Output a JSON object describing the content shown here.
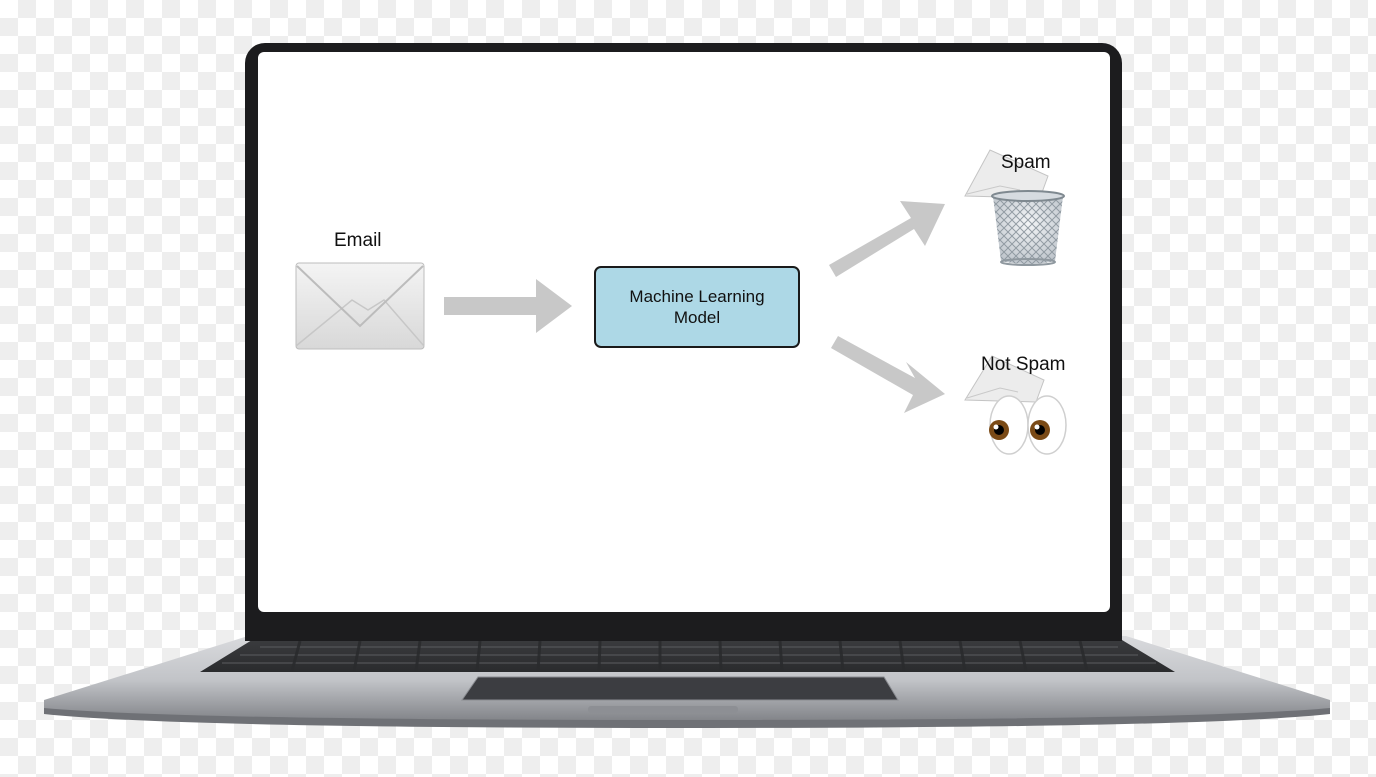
{
  "diagram": {
    "input_label": "Email",
    "model_label": "Machine Learning Model",
    "output_spam_label": "Spam",
    "output_not_spam_label": "Not Spam"
  },
  "icons": {
    "input": "envelope-icon",
    "spam": "wastebasket-icon",
    "not_spam": "eyes-icon"
  },
  "colors": {
    "model_box_fill": "#add8e6",
    "arrow": "#c8c8c8",
    "screen": "#ffffff",
    "bezel": "#1c1c1e"
  }
}
